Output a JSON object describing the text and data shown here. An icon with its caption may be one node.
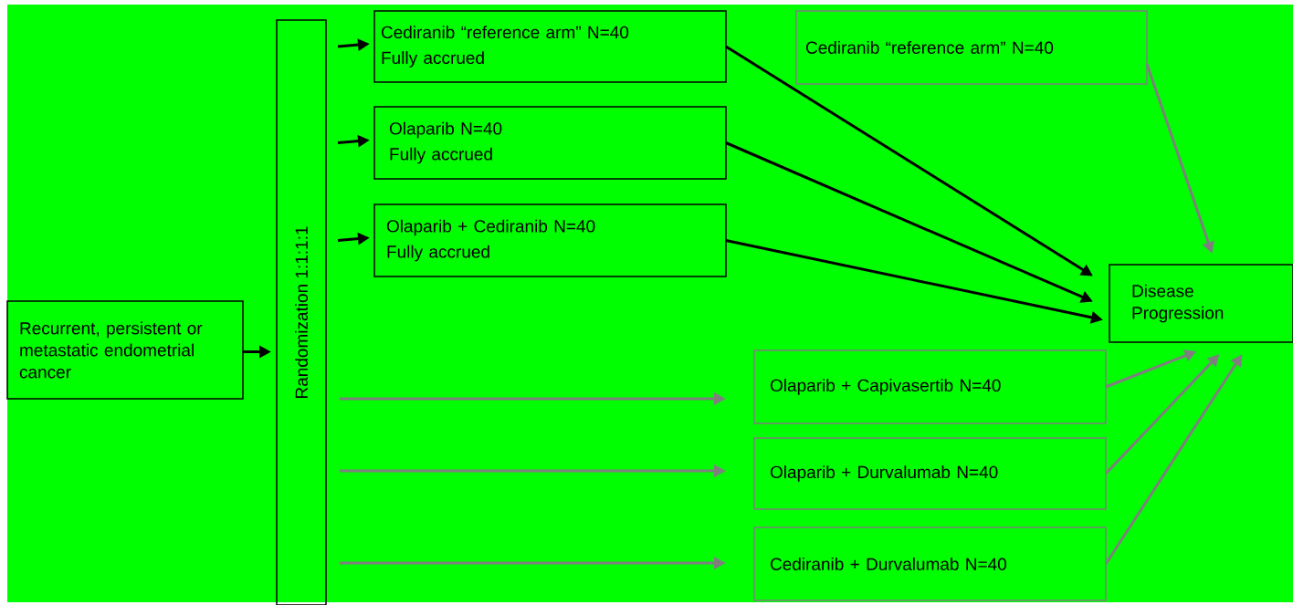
{
  "diagram": {
    "nodes": [
      {
        "text": [
          "Recurrent, persistent or metastatic endometrial cancer"
        ]
      },
      {
        "text": [
          "Randomization 1:1:1:1"
        ]
      },
      {
        "text": [
          "Cediranib “reference arm” N=40",
          "Fully accrued"
        ]
      },
      {
        "text": [
          "Olaparib N=40",
          "Fully accrued"
        ]
      },
      {
        "text": [
          "Olaparib + Cediranib  N=40",
          "Fully accrued"
        ]
      },
      {
        "text": [
          "Cediranib “reference arm” N=40"
        ]
      },
      {
        "text": [
          "Disease Progression"
        ]
      },
      {
        "text": [
          "Olaparib + Capivasertib  N=40"
        ]
      },
      {
        "text": [
          "Olaparib + Durvalumab N=40"
        ]
      },
      {
        "text": [
          "Cediranib + Durvalumab N=40"
        ]
      }
    ],
    "edges": [
      {
        "from": 0,
        "to": 1,
        "arrow": "to"
      },
      {
        "from": 1,
        "to": 2,
        "arrow": "to"
      },
      {
        "from": 1,
        "to": 3,
        "arrow": "to"
      },
      {
        "from": 1,
        "to": 4,
        "arrow": "to"
      },
      {
        "from": 2,
        "to": 6,
        "arrow": "to"
      },
      {
        "from": 3,
        "to": 6,
        "arrow": "to"
      },
      {
        "from": 4,
        "to": 6,
        "arrow": "to"
      },
      {
        "from": 5,
        "to": 6,
        "arrow": "to",
        "color": "#7f7f7f"
      },
      {
        "from": 1,
        "to": 7,
        "arrow": "to",
        "color": "#7f7f7f"
      },
      {
        "from": 1,
        "to": 8,
        "arrow": "to",
        "color": "#7f7f7f"
      },
      {
        "from": 1,
        "to": 9,
        "arrow": "to",
        "color": "#7f7f7f"
      },
      {
        "from": 7,
        "to": 6,
        "arrow": "to",
        "color": "#7f7f7f"
      },
      {
        "from": 8,
        "to": 6,
        "arrow": "to",
        "color": "#7f7f7f"
      },
      {
        "from": 9,
        "to": 6,
        "arrow": "to",
        "color": "#7f7f7f"
      }
    ]
  }
}
